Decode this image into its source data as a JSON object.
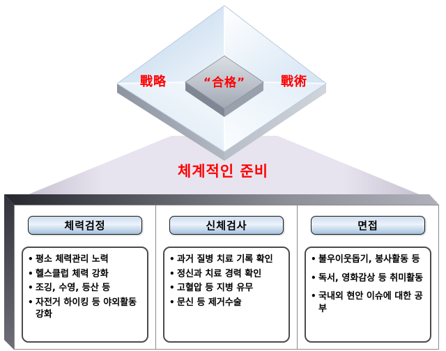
{
  "ui": {
    "bullet": "•"
  },
  "pyramid": {
    "left_label": "戰略",
    "center_label": "“合格”",
    "right_label": "戰術"
  },
  "caption": "체계적인 준비",
  "columns": [
    {
      "header": "체력검정",
      "items": [
        "평소 체력관리 노력",
        "헬스클럽 체력 강화",
        "조깅, 수영, 등산 등",
        "자전거 하이킹 등 야외활동 강화"
      ]
    },
    {
      "header": "신체검사",
      "items": [
        "과거 질병 치료 기록 확인",
        "정신과 치료 경력 확인",
        "고혈압 등 지병 유무",
        "문신 등 제거수술"
      ]
    },
    {
      "header": "면접",
      "items": [
        "불우이웃돕기, 봉사활동 등",
        "독서, 영화감상 등 취미활동",
        "국내외 현안 이슈에 대한 공부"
      ]
    }
  ],
  "colors": {
    "accent_red": "#ff0000",
    "header_blue": "#b7cde6",
    "box_dark": "#33333b"
  }
}
